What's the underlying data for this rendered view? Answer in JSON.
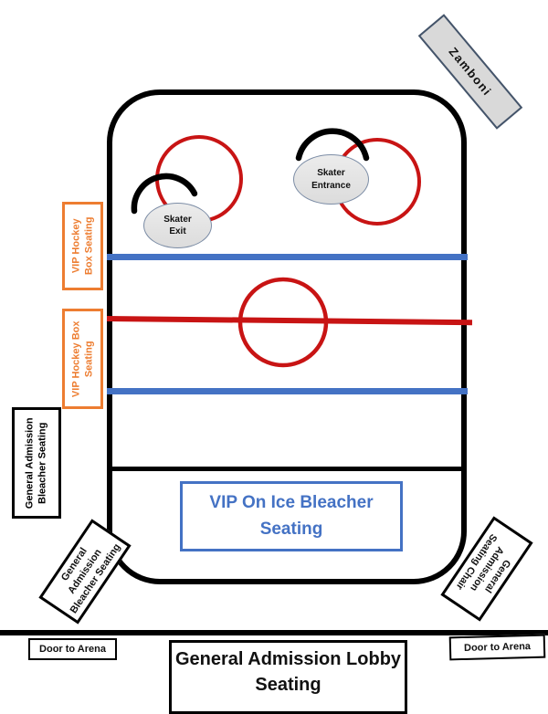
{
  "colors": {
    "accent_orange": "#ED7D31",
    "accent_blue": "#4472C4",
    "line_red": "#C81414",
    "rink_border": "#000000",
    "zamboni_border": "#44546A",
    "zamboni_fill": "#D9D9D9"
  },
  "zamboni": {
    "label": "Zamboni"
  },
  "rink": {
    "skater_exit": {
      "line1": "Skater",
      "line2": "Exit"
    },
    "skater_entrance": {
      "line1": "Skater",
      "line2": "Entrance"
    },
    "vip_on_ice": {
      "line1": "VIP On Ice Bleacher",
      "line2": "Seating"
    }
  },
  "left": {
    "vip_box_top": {
      "line1": "VIP Hockey",
      "line2": "Box Seating"
    },
    "vip_box_bottom": {
      "line1": "VIP Hockey Box",
      "line2": "Seating"
    },
    "ga_vertical": {
      "line1": "General Admission",
      "line2": "Bleacher Seating"
    },
    "ga_tilted": {
      "line1": "General",
      "line2": "Admission",
      "line3": "Bleacher Seating"
    }
  },
  "right": {
    "ga_tilted": {
      "line1": "General",
      "line2": "Admission",
      "line3": "Seating Chair"
    }
  },
  "bottom": {
    "door_left": {
      "label": "Door to Arena"
    },
    "door_right": {
      "label": "Door to Arena"
    },
    "lobby": {
      "line1": "General Admission Lobby",
      "line2": "Seating"
    }
  }
}
